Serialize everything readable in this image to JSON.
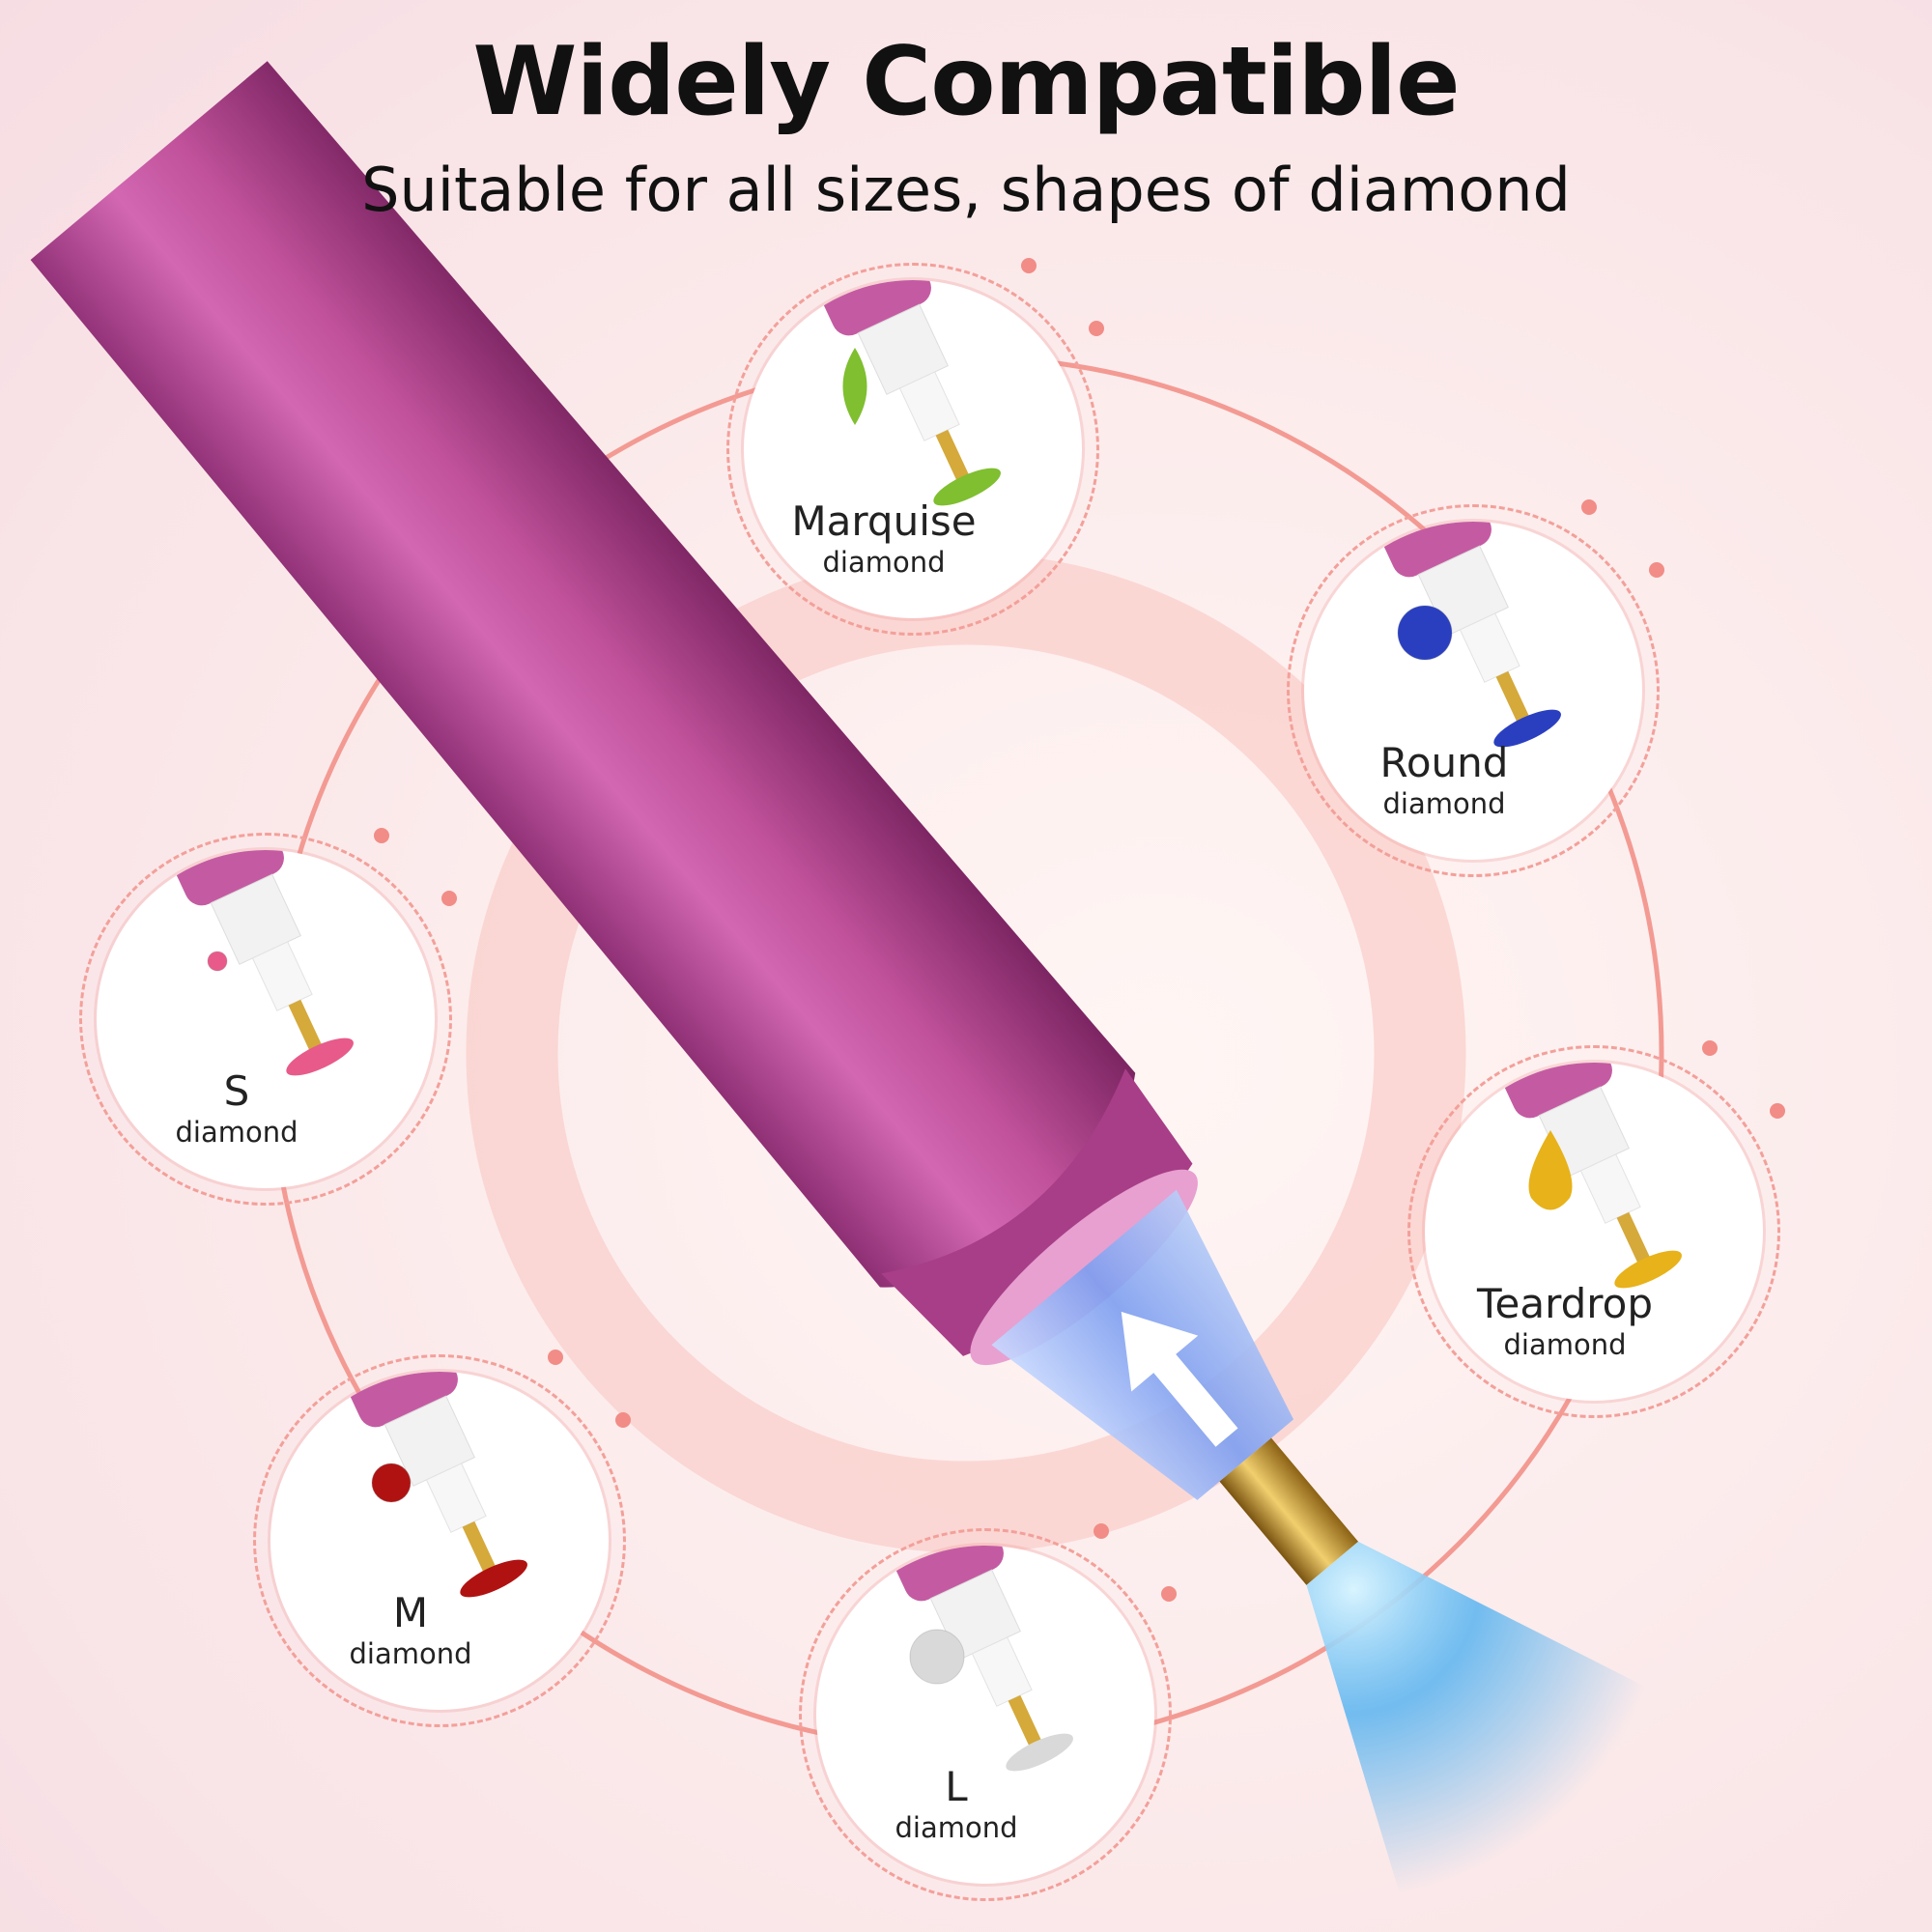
{
  "header": {
    "title": "Widely Compatible",
    "subtitle": "Suitable for all sizes, shapes of diamond"
  },
  "diamond_types": [
    {
      "name": "Marquise",
      "sub": "diamond",
      "gem_color": "#7fbf30",
      "shape": "marquise"
    },
    {
      "name": "Round",
      "sub": "diamond",
      "gem_color": "#2a3fc0",
      "shape": "round"
    },
    {
      "name": "Teardrop",
      "sub": "diamond",
      "gem_color": "#e7b21a",
      "shape": "teardrop"
    },
    {
      "name": "L",
      "sub": "diamond",
      "gem_color": "#d9d9d9",
      "shape": "round"
    },
    {
      "name": "M",
      "sub": "diamond",
      "gem_color": "#b01212",
      "shape": "round"
    },
    {
      "name": "S",
      "sub": "diamond",
      "gem_color": "#e85a8a",
      "shape": "round"
    }
  ],
  "colors": {
    "pen_body": "#c0519a",
    "accent_ring": "#f08c86",
    "light_glow": "#5ab6f0"
  }
}
